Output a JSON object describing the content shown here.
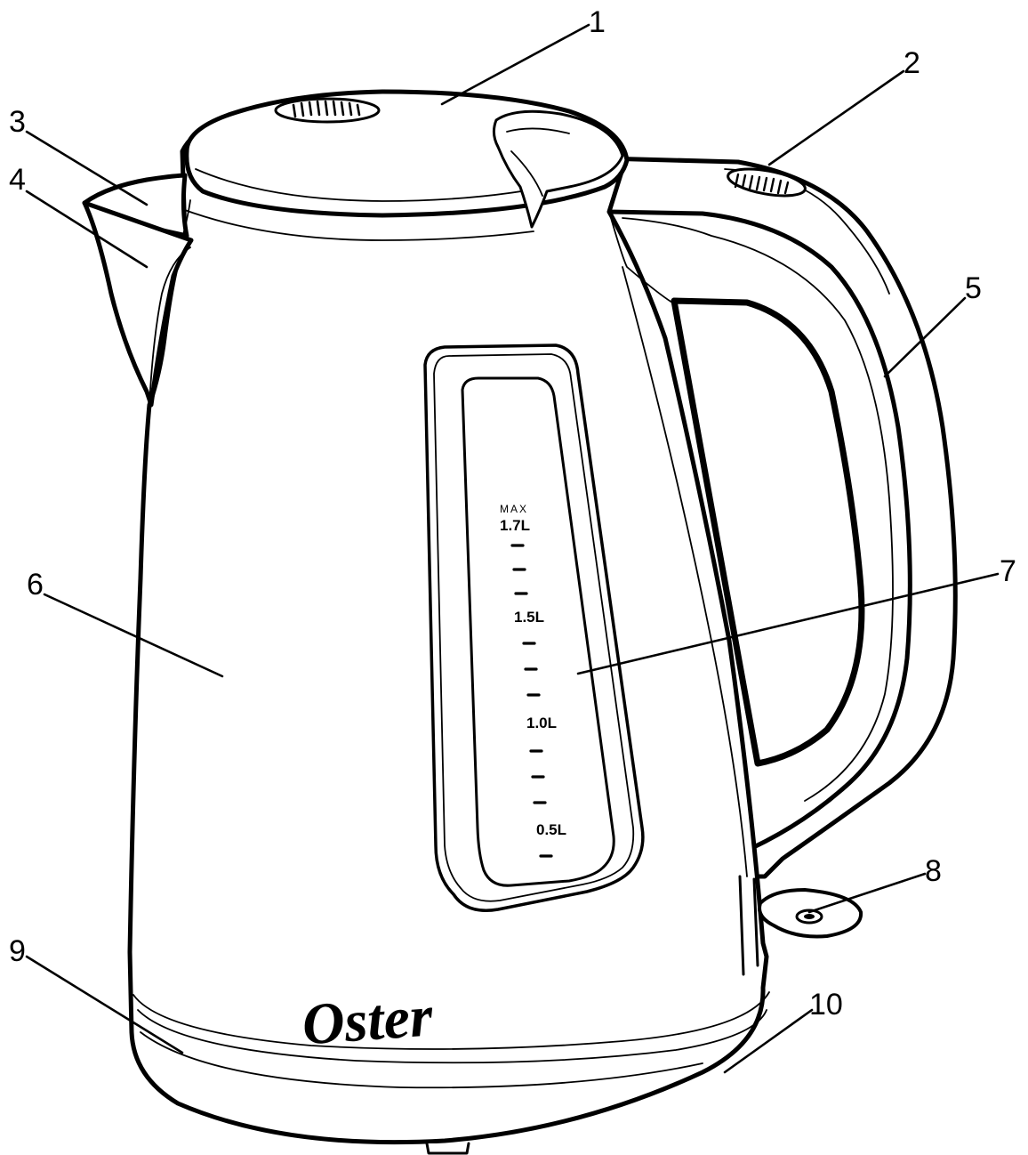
{
  "callouts": {
    "c1": "1",
    "c2": "2",
    "c3": "3",
    "c4": "4",
    "c5": "5",
    "c6": "6",
    "c7": "7",
    "c8": "8",
    "c9": "9",
    "c10": "10"
  },
  "water_window": {
    "max_label": "MAX",
    "marks": [
      "1.7L",
      "1.5L",
      "1.0L",
      "0.5L"
    ]
  },
  "brand": "Oster"
}
